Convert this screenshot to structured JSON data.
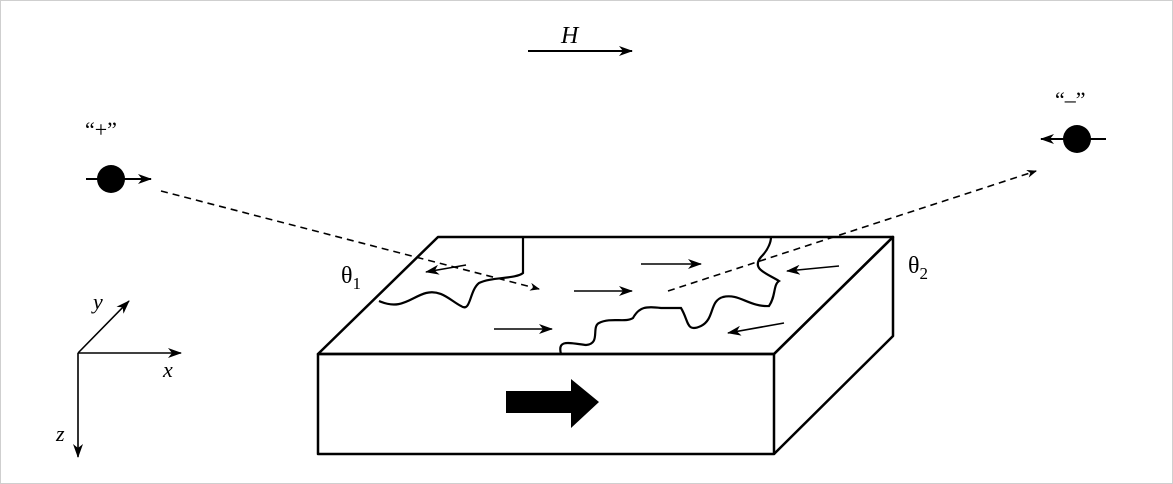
{
  "field": {
    "label": "H"
  },
  "charges": {
    "positive": "“+”",
    "negative": "“–”"
  },
  "angles": {
    "theta1": "θ",
    "theta1_sub": "1",
    "theta2": "θ",
    "theta2_sub": "2"
  },
  "axes": {
    "x": "x",
    "y": "y",
    "z": "z"
  }
}
